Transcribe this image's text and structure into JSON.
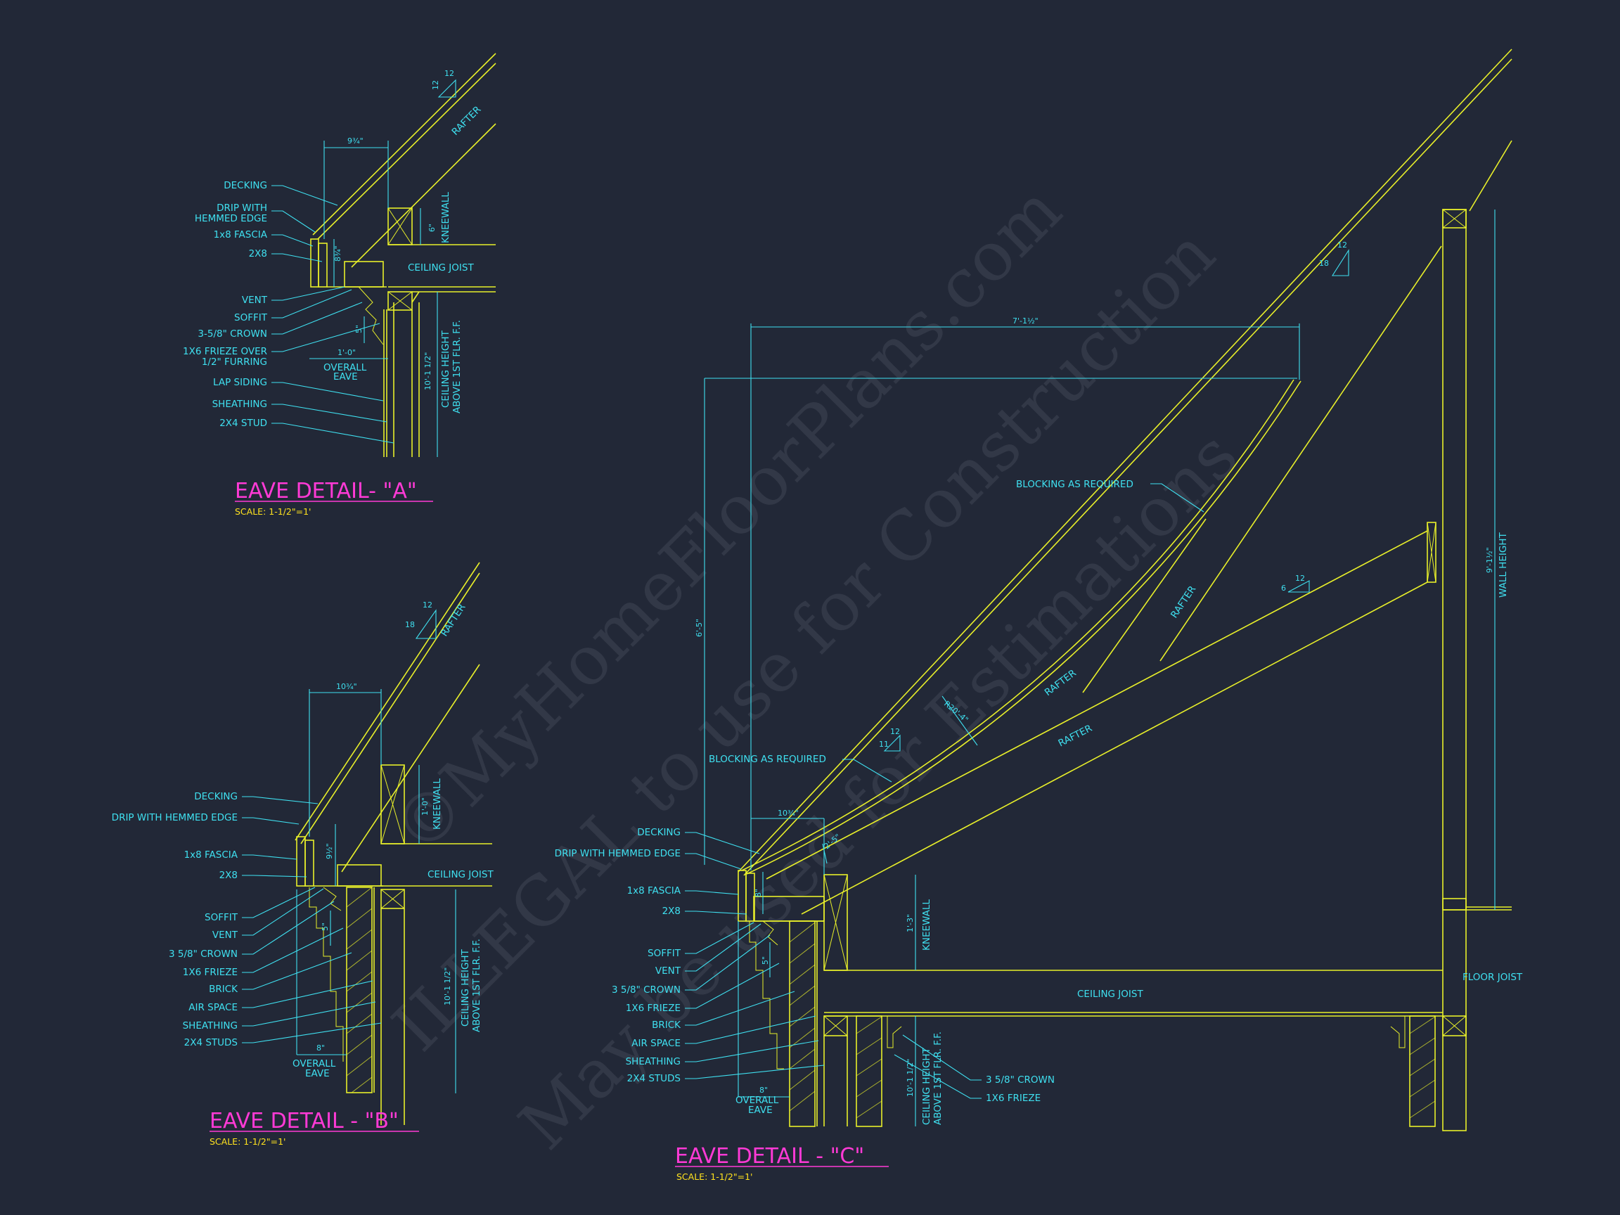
{
  "watermark": {
    "line1": "©MyHomeFloorPlans.com",
    "line2": "ILLEGAL to use for Construction",
    "line3": "May be used for Estimations"
  },
  "detail_a": {
    "title": "EAVE DETAIL- \"A\"",
    "scale": "SCALE: 1-1/2\"=1'",
    "labels": {
      "decking": "DECKING",
      "drip1": "DRIP WITH",
      "drip2": "HEMMED EDGE",
      "fascia": "1x8 FASCIA",
      "twox8": "2X8",
      "vent": "VENT",
      "soffit": "SOFFIT",
      "crown": "3-5/8\" CROWN",
      "frieze1": "1X6 FRIEZE OVER",
      "frieze2": "1/2\" FURRING",
      "lap": "LAP SIDING",
      "sheathing": "SHEATHING",
      "stud": "2X4 STUD",
      "rafter": "RAFTER",
      "kneewall": "KNEEWALL",
      "ceiling_joist": "CEILING JOIST",
      "overall1": "OVERALL",
      "overall2": "EAVE",
      "ch1": "CEILING HEIGHT",
      "ch2": "ABOVE 1ST FLR. F.F."
    },
    "dims": {
      "top": "9¾\"",
      "fascia": "8¾\"",
      "knee": "6\"",
      "crown": "5\"",
      "eave": "1'-0\"",
      "ceiling": "10'-1 1/2\"",
      "pitch_rise": "12",
      "pitch_run": "12"
    }
  },
  "detail_b": {
    "title": "EAVE DETAIL - \"B\"",
    "scale": "SCALE: 1-1/2\"=1'",
    "labels": {
      "decking": "DECKING",
      "drip": "DRIP WITH HEMMED EDGE",
      "fascia": "1x8 FASCIA",
      "twox8": "2X8",
      "soffit": "SOFFIT",
      "vent": "VENT",
      "crown": "3 5/8\" CROWN",
      "frieze": "1X6 FRIEZE",
      "brick": "BRICK",
      "air": "AIR SPACE",
      "sheathing": "SHEATHING",
      "studs": "2X4 STUDS",
      "rafter": "RAFTER",
      "kneewall": "KNEEWALL",
      "ceiling_joist": "CEILING JOIST",
      "overall1": "OVERALL",
      "overall2": "EAVE",
      "ch1": "CEILING HEIGHT",
      "ch2": "ABOVE 1ST FLR. F.F."
    },
    "dims": {
      "top": "10¾\"",
      "fascia": "9½\"",
      "knee": "1'-0\"",
      "crown": "5\"",
      "eave": "8\"",
      "ceiling": "10'-1 1/2\"",
      "pitch_rise": "12",
      "pitch_run": "18"
    }
  },
  "detail_c": {
    "title": "EAVE DETAIL - \"C\"",
    "scale": "SCALE: 1-1/2\"=1'",
    "labels": {
      "decking": "DECKING",
      "drip": "DRIP WITH HEMMED EDGE",
      "fascia": "1x8 FASCIA",
      "twox8": "2X8",
      "soffit": "SOFFIT",
      "vent": "VENT",
      "crown": "3 5/8\" CROWN",
      "frieze": "1X6 FRIEZE",
      "brick": "BRICK",
      "air": "AIR SPACE",
      "sheathing": "SHEATHING",
      "studs": "2X4 STUDS",
      "blocking": "BLOCKING AS REQUIRED",
      "rafter": "RAFTER",
      "kneewall": "KNEEWALL",
      "ceiling_joist": "CEILING JOIST",
      "floor_joist": "FLOOR JOIST",
      "wall_height": "WALL HEIGHT",
      "crown_r": "3 5/8\" CROWN",
      "frieze_r": "1X6 FRIEZE",
      "overall1": "OVERALL",
      "overall2": "EAVE",
      "ch1": "CEILING HEIGHT",
      "ch2": "ABOVE 1ST FLR. F.F."
    },
    "dims": {
      "span": "7'-1½\"",
      "rise": "6'-5\"",
      "wall": "9'-1½\"",
      "top": "10¾\"",
      "fascia": "8\"",
      "crown": "5\"",
      "eave": "8\"",
      "knee": "1'-3\"",
      "ceiling": "10'-1 1/2\"",
      "decking": "2'-5\"",
      "radius": "R20'-4\"",
      "pitch_a_rise": "12",
      "pitch_a_run": "18",
      "pitch_b_rise": "12",
      "pitch_b_run": "6",
      "pitch_c_rise": "12",
      "pitch_c_run": "11"
    }
  }
}
